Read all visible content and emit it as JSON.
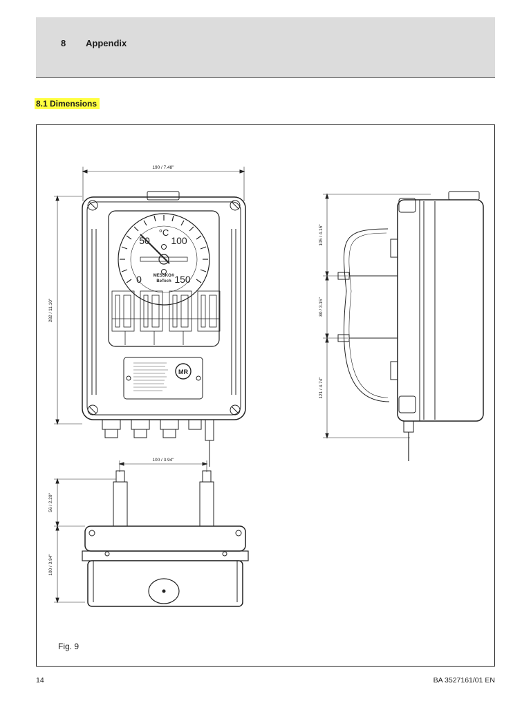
{
  "header": {
    "chapter_number": "8",
    "chapter_title": "Appendix"
  },
  "section": {
    "title": "8.1  Dimensions"
  },
  "figure": {
    "caption": "Fig. 9",
    "dimensions": {
      "front_width": "190 / 7.48\"",
      "front_height": "282 / 11.10\"",
      "side_top": "105 / 4.15\"",
      "side_mid": "80 / 3.15\"",
      "side_bottom": "121 / 4.74\"",
      "bottom_width": "100 / 3.94\"",
      "bottom_stud": "56 / 2.20\"",
      "bottom_depth": "100 / 3.94\""
    },
    "dial": {
      "unit": "°C",
      "scale_labels": [
        "0",
        "50",
        "100",
        "150"
      ],
      "brand": "MESSKO®",
      "model": "BeTech",
      "logo": "MR"
    }
  },
  "footer": {
    "page_number": "14",
    "doc_code": "BA 3527161/01 EN"
  }
}
